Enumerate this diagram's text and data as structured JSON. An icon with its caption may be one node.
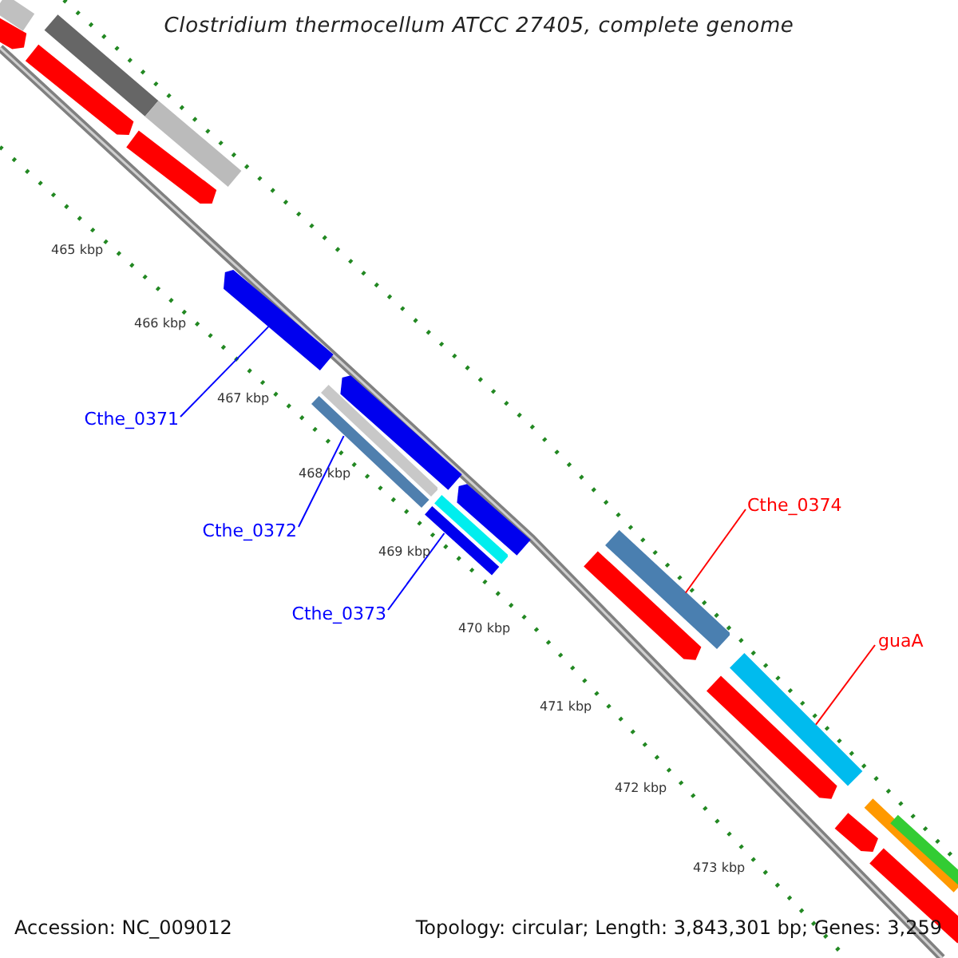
{
  "diagram": {
    "title": "Clostridium thermocellum ATCC 27405, complete genome",
    "nodes": [
      {
        "text": [
          "Cthe_0371"
        ]
      },
      {
        "text": [
          "Cthe_0374"
        ]
      },
      {
        "text": [
          "Cthe_0372"
        ]
      },
      {
        "text": [
          "Cthe_0373"
        ]
      },
      {
        "text": [
          "guaA"
        ]
      },
      {
        "text": [],
        "shape": "bar"
      },
      {
        "text": [],
        "shape": "bar"
      },
      {
        "text": [],
        "shape": "bar"
      },
      {
        "text": [],
        "shape": "bar"
      },
      {
        "text": [],
        "shape": "bar"
      }
    ],
    "edges": [
      {
        "from": 0,
        "to": 5,
        "arrow": "none"
      },
      {
        "from": 2,
        "to": 6,
        "arrow": "none"
      },
      {
        "from": 3,
        "to": 7,
        "arrow": "none"
      },
      {
        "from": 1,
        "to": 8,
        "arrow": "none",
        "color": "#ff0000"
      },
      {
        "from": 4,
        "to": 9,
        "arrow": "none",
        "color": "#ff0000"
      }
    ],
    "labels": [
      "465 kbp",
      "466 kbp",
      "467 kbp",
      "468 kbp",
      "469 kbp",
      "470 kbp",
      "471 kbp",
      "472 kbp",
      "473 kbp",
      "Accession: NC_009012",
      "Topology: circular; Length: 3,843,301 bp; Genes: 3,259"
    ]
  }
}
